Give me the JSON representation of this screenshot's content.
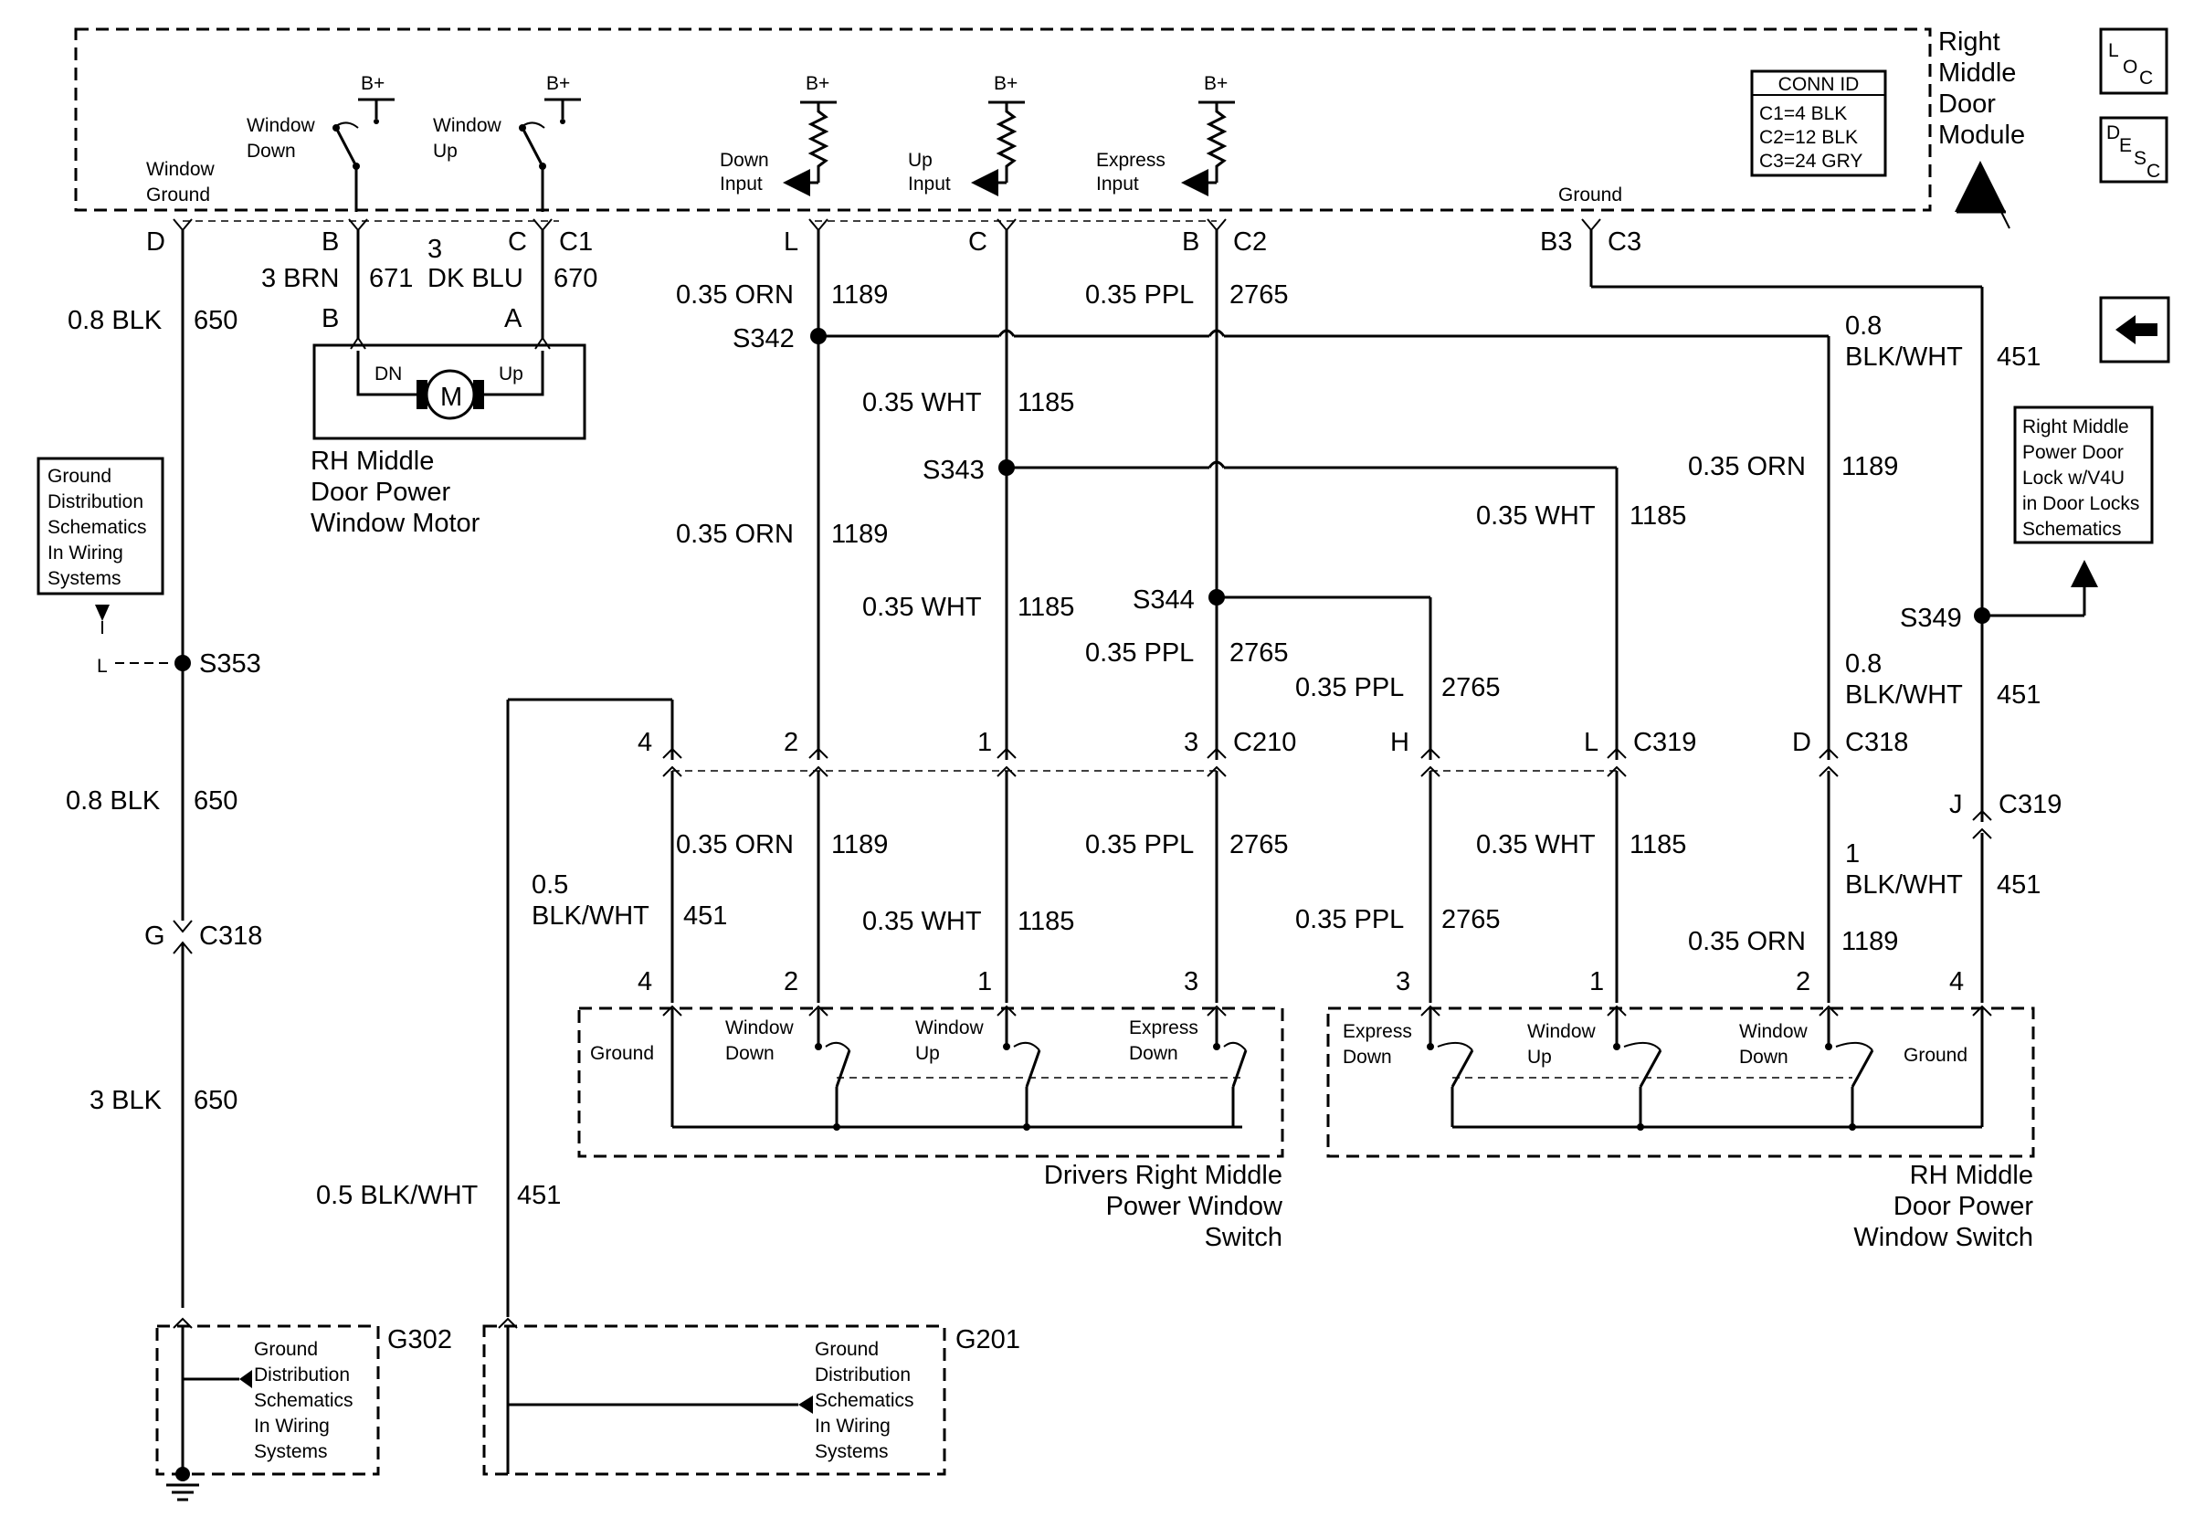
{
  "module": {
    "name": [
      "Right",
      "Middle",
      "Door",
      "Module"
    ],
    "conn_id": {
      "title": "CONN ID",
      "rows": [
        "C1=4 BLK",
        "C2=12 BLK",
        "C3=24 GRY"
      ]
    },
    "b_plus": "B+",
    "window_down": [
      "Window",
      "Down"
    ],
    "window_up": [
      "Window",
      "Up"
    ],
    "window_ground": [
      "Window",
      "Ground"
    ],
    "down_input": [
      "Down",
      "Input"
    ],
    "up_input": [
      "Up",
      "Input"
    ],
    "express_input": [
      "Express",
      "Input"
    ],
    "ground": "Ground"
  },
  "icons": {
    "loc": [
      "L",
      "O",
      "C"
    ],
    "desc": [
      "D",
      "E",
      "S",
      "C"
    ]
  },
  "pins": {
    "d": "D",
    "b": "B",
    "c": "C",
    "c1": "C1",
    "l": "L",
    "c_up": "C",
    "b_exp": "B",
    "c2": "C2",
    "b3": "B3",
    "c3": "C3",
    "motor_b": "B",
    "motor_a": "A",
    "c210_4": "4",
    "c210_2": "2",
    "c210_1": "1",
    "c210_3": "3",
    "c210": "C210",
    "c319_h": "H",
    "c319_l": "L",
    "c319": "C319",
    "c318_d": "D",
    "c318": "C318",
    "c319_j": "J",
    "c319b": "C319",
    "g": "G",
    "c318g": "C318",
    "sw_4": "4",
    "sw_2": "2",
    "sw_1": "1",
    "sw_3": "3",
    "rh_3": "3",
    "rh_1": "1",
    "rh_2": "2",
    "rh_4": "4"
  },
  "wires": {
    "blk650_top": [
      "0.8 BLK",
      "650"
    ],
    "brn671": [
      "3 BRN",
      "671"
    ],
    "dkblu670": [
      "3",
      "DK BLU",
      "670"
    ],
    "orn1189_top": [
      "0.35 ORN",
      "1189"
    ],
    "ppl2765_top": [
      "0.35 PPL",
      "2765"
    ],
    "wht1185_a": [
      "0.35 WHT",
      "1185"
    ],
    "orn1189_mid": [
      "0.35 ORN",
      "1189"
    ],
    "wht1185_b": [
      "0.35 WHT",
      "1185"
    ],
    "ppl2765_mid": [
      "0.35 PPL",
      "2765"
    ],
    "ppl2765_h": [
      "0.35 PPL",
      "2765"
    ],
    "wht1185_l": [
      "0.35 WHT",
      "1185"
    ],
    "orn1189_d": [
      "0.35 ORN",
      "1189"
    ],
    "blkwht451_top": [
      "0.8",
      "BLK/WHT",
      "451"
    ],
    "blkwht451_mid": [
      "0.8",
      "BLK/WHT",
      "451"
    ],
    "blk650_mid": [
      "0.8 BLK",
      "650"
    ],
    "blk650_low": [
      "3 BLK",
      "650"
    ],
    "orn1189_sw": [
      "0.35 ORN",
      "1189"
    ],
    "ppl2765_sw": [
      "0.35 PPL",
      "2765"
    ],
    "blkwht451_sw": [
      "0.5",
      "BLK/WHT",
      "451"
    ],
    "wht1185_sw": [
      "0.35 WHT",
      "1185"
    ],
    "ppl2765_rh": [
      "0.35 PPL",
      "2765"
    ],
    "wht1185_rh": [
      "0.35 WHT",
      "1185"
    ],
    "blkwht451_rh": [
      "1",
      "BLK/WHT",
      "451"
    ],
    "orn1189_rh": [
      "0.35 ORN",
      "1189"
    ],
    "blkwht451_low": [
      "0.5 BLK/WHT",
      "451"
    ]
  },
  "splices": {
    "s342": "S342",
    "s343": "S343",
    "s344": "S344",
    "s349": "S349",
    "s353": "S353"
  },
  "motor": {
    "dn": "DN",
    "up": "Up",
    "m": "M",
    "caption": [
      "RH Middle",
      "Door Power",
      "Window Motor"
    ]
  },
  "ground_ref_left": [
    "Ground",
    "Distribution",
    "Schematics",
    "In Wiring",
    "Systems"
  ],
  "ground_ref_left_pin": "L",
  "door_lock_ref": [
    "Right Middle",
    "Power Door",
    "Lock w/V4U",
    "in Door Locks",
    "Schematics"
  ],
  "drivers_switch": {
    "ground": "Ground",
    "window_down": [
      "Window",
      "Down"
    ],
    "window_up": [
      "Window",
      "Up"
    ],
    "express_down": [
      "Express",
      "Down"
    ],
    "caption": [
      "Drivers Right Middle",
      "Power Window",
      "Switch"
    ]
  },
  "rh_switch": {
    "express_down": [
      "Express",
      "Down"
    ],
    "window_up": [
      "Window",
      "Up"
    ],
    "window_down": [
      "Window",
      "Down"
    ],
    "ground": "Ground",
    "caption": [
      "RH Middle",
      "Door Power",
      "Window Switch"
    ]
  },
  "g302": {
    "label": "G302",
    "ref": [
      "Ground",
      "Distribution",
      "Schematics",
      "In Wiring",
      "Systems"
    ]
  },
  "g201": {
    "label": "G201",
    "ref": [
      "Ground",
      "Distribution",
      "Schematics",
      "In Wiring",
      "Systems"
    ]
  }
}
